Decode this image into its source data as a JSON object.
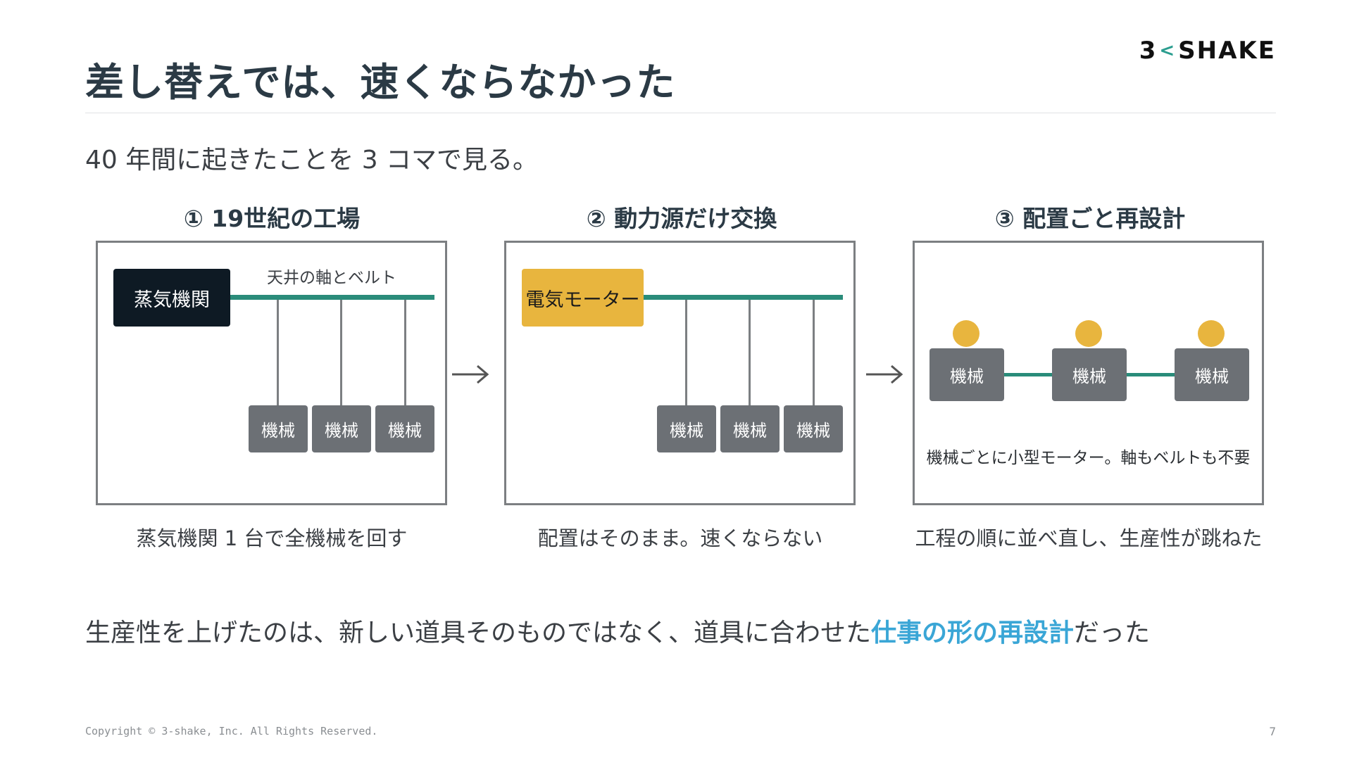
{
  "header": {
    "title": "差し替えでは、速くならなかった",
    "logo_left": "3",
    "logo_mark": "<",
    "logo_right": "SHAKE"
  },
  "subtitle": "40 年間に起きたことを 3 コマで見る。",
  "panels": [
    {
      "title": "① 19世紀の工場",
      "engine_label": "蒸気機関",
      "shaft_label": "天井の軸とベルト",
      "machines": [
        "機械",
        "機械",
        "機械"
      ],
      "caption": "蒸気機関 1 台で全機械を回す"
    },
    {
      "title": "② 動力源だけ交換",
      "engine_label": "電気モーター",
      "machines": [
        "機械",
        "機械",
        "機械"
      ],
      "caption": "配置はそのまま。速くならない"
    },
    {
      "title": "③ 配置ごと再設計",
      "machines": [
        "機械",
        "機械",
        "機械"
      ],
      "note": "機械ごとに小型モーター。軸もベルトも不要",
      "caption": "工程の順に並べ直し、生産性が跳ねた"
    }
  ],
  "takeaway": {
    "before": "生産性を上げたのは、新しい道具そのものではなく、道具に合わせた",
    "highlight": "仕事の形の再設計",
    "after": "だった"
  },
  "footer": {
    "copyright": "Copyright © 3-shake, Inc. All Rights Reserved.",
    "page_number": "7"
  },
  "colors": {
    "steam_engine": "#0e1a24",
    "motor": "#e8b53e",
    "shaft": "#2a8c7a",
    "machine": "#6c7075",
    "highlight": "#3aa6d6"
  },
  "icons": {
    "arrow": "right-arrow-icon"
  }
}
